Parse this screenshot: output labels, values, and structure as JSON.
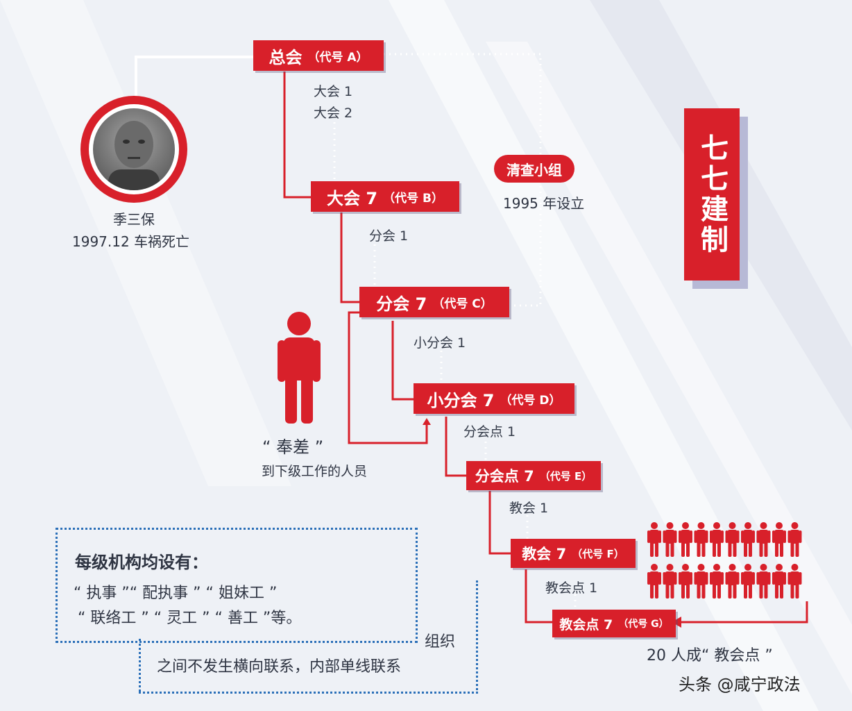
{
  "title": "七七建制",
  "person": {
    "name": "季三保",
    "note": "1997.12 车祸死亡"
  },
  "levels": [
    {
      "name": "总会",
      "code": "（代号 A）",
      "sub": [
        "大会 1",
        "大会 2"
      ]
    },
    {
      "name": "大会 7",
      "code": "（代号 B）",
      "sub": [
        "分会 1"
      ]
    },
    {
      "name": "分会 7",
      "code": "（代号 C）",
      "sub": [
        "小分会 1"
      ]
    },
    {
      "name": "小分会 7",
      "code": "（代号 D）",
      "sub": [
        "分会点 1"
      ]
    },
    {
      "name": "分会点 7",
      "code": "（代号 E）",
      "sub": [
        "教会 1"
      ]
    },
    {
      "name": "教会 7",
      "code": "（代号 F）",
      "sub": [
        "教会点 1"
      ]
    },
    {
      "name": "教会点 7",
      "code": "（代号 G）"
    }
  ],
  "audit_group": {
    "label": "清查小组",
    "note": "1995 年设立"
  },
  "envoy": {
    "label": "“ 奉差 ”",
    "note": "到下级工作的人员"
  },
  "crowd_label": "20 人成“ 教会点 ”",
  "crowd_count": 20,
  "roles": {
    "heading": "每级机构均设有：",
    "line1": "“ 执事 ”“ 配执事 ” “ 姐妹工 ”",
    "line2": "“ 联络工 ” “ 灵工 ” “ 善工 ”等。"
  },
  "organization": {
    "line1": "组织",
    "line2": "之间不发生横向联系，内部单线联系"
  },
  "watermark": "头条 @咸宁政法",
  "colors": {
    "red": "#d8202a",
    "blue_dots": "#2a6fb8",
    "text": "#2e3442",
    "shadow": "#b7b9d6"
  }
}
